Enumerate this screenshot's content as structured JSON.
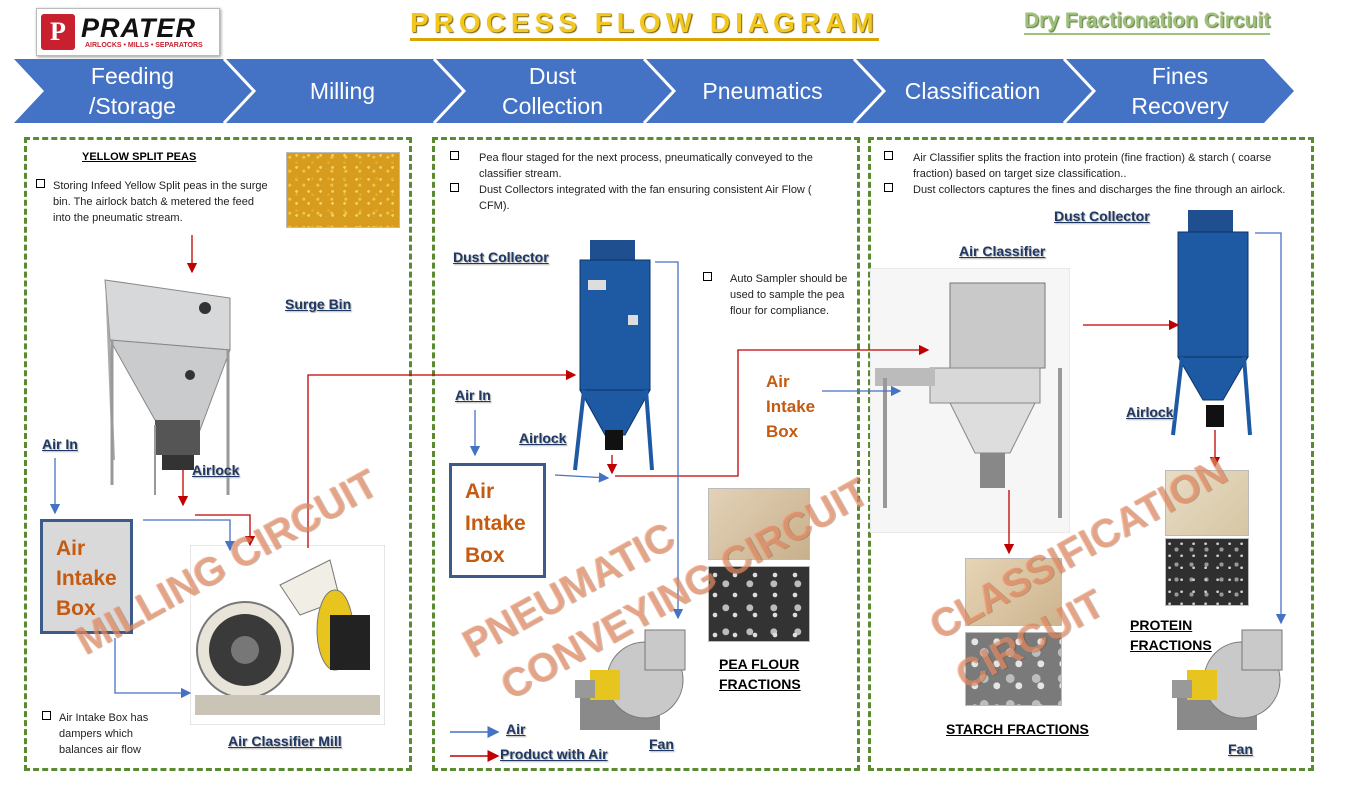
{
  "header": {
    "logo_mark": "P",
    "logo_word": "PRATER",
    "logo_tagline": "AIRLOCKS • MILLS • SEPARATORS",
    "title": "PROCESS FLOW DIAGRAM",
    "subtitle": "Dry Fractionation Circuit"
  },
  "stages": [
    {
      "label": "Feeding\n/Storage"
    },
    {
      "label": "Milling"
    },
    {
      "label": "Dust\nCollection"
    },
    {
      "label": "Pneumatics"
    },
    {
      "label": "Classification"
    },
    {
      "label": "Fines\nRecovery"
    }
  ],
  "milling": {
    "heading": "YELLOW SPLIT PEAS",
    "note": "Storing Infeed Yellow Split peas in the surge bin. The airlock batch & metered the feed into the pneumatic stream.",
    "surge_bin": "Surge Bin",
    "air_in": "Air In",
    "airlock": "Airlock",
    "air_intake_box": "Air Intake Box",
    "box_note": "Air Intake Box has dampers which balances air flow",
    "mill": "Air Classifier Mill",
    "watermark": "MILLING CIRCUIT"
  },
  "pneumatic": {
    "note1": "Pea flour staged  for the next process, pneumatically conveyed to the classifier stream.",
    "note2": "Dust Collectors integrated with the fan ensuring consistent Air Flow ( CFM).",
    "dust_collector": "Dust Collector",
    "air_in": "Air In",
    "airlock": "Airlock",
    "air_intake_box": "Air Intake Box",
    "sampler_note": "Auto Sampler should be used to sample the pea flour for compliance.",
    "air_intake_box2": "Air Intake Box",
    "fractions": "PEA FLOUR FRACTIONS",
    "fan": "Fan",
    "legend_air": "Air",
    "legend_product": "Product with Air",
    "watermark1": "PNEUMATIC",
    "watermark2": "CONVEYING CIRCUIT"
  },
  "classification": {
    "note1": "Air Classifier  splits the  fraction into protein (fine fraction) & starch ( coarse fraction) based on target size classification..",
    "note2": "Dust collectors captures the fines and discharges the fine through an airlock.",
    "dust_collector": "Dust Collector",
    "air_classifier": "Air Classifier",
    "airlock": "Airlock",
    "protein": "PROTEIN FRACTIONS",
    "starch": "STARCH FRACTIONS",
    "fan": "Fan",
    "watermark1": "CLASSIFICATION",
    "watermark2": "CIRCUIT"
  },
  "colors": {
    "chevron": "#4472c4",
    "product_arrow": "#c00000",
    "air_arrow": "#4472c4",
    "panel_border": "#5a8a32"
  }
}
